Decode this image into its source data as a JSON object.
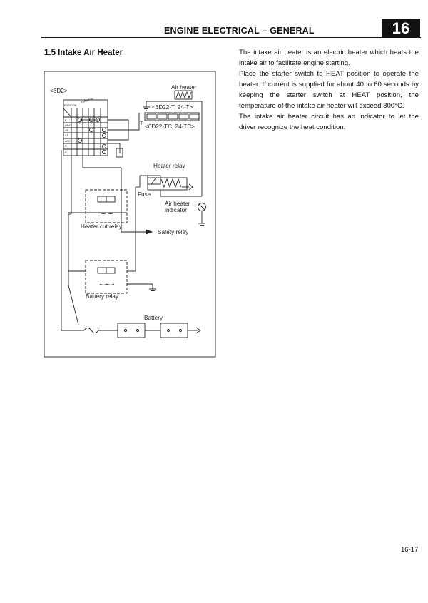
{
  "header": {
    "title": "ENGINE ELECTRICAL – GENERAL",
    "chapter": "16"
  },
  "section": {
    "heading": "1.5 Intake Air Heater"
  },
  "body_paragraphs": [
    "The intake air heater is an electric heater which heats the intake air to facilitate engine starting.",
    "Place the starter switch to HEAT position to operate the heater. If current is supplied for about 40 to 60 seconds by keeping the starter switch at HEAT position, the temperature of the intake air heater will exceed 800°C.",
    "The intake air heater circuit has an indicator to let the driver recognize the heat condition."
  ],
  "diagram": {
    "model_label": "<6D2>",
    "air_heater_label": "Air heater",
    "variant_a": "<6D22-T, 24-T>",
    "variant_b": "<6D22-TC, 24-TC>",
    "heater_relay_label": "Heater relay",
    "fuse_label": "Fuse",
    "air_heater_indicator_label": "Air heater\nindicator",
    "heater_cut_relay_label": "Heater cut relay",
    "safety_relay_label": "Safety relay",
    "battery_relay_label": "Battery relay",
    "battery_label": "Battery",
    "switch_position_label": "POSITION",
    "switch_terminal_label": "TERMINAL",
    "switch_rows": [
      "B",
      "HEAT",
      "ON",
      "ST",
      "ACC",
      "R",
      "C"
    ]
  },
  "footer": {
    "page_number": "16-17"
  }
}
